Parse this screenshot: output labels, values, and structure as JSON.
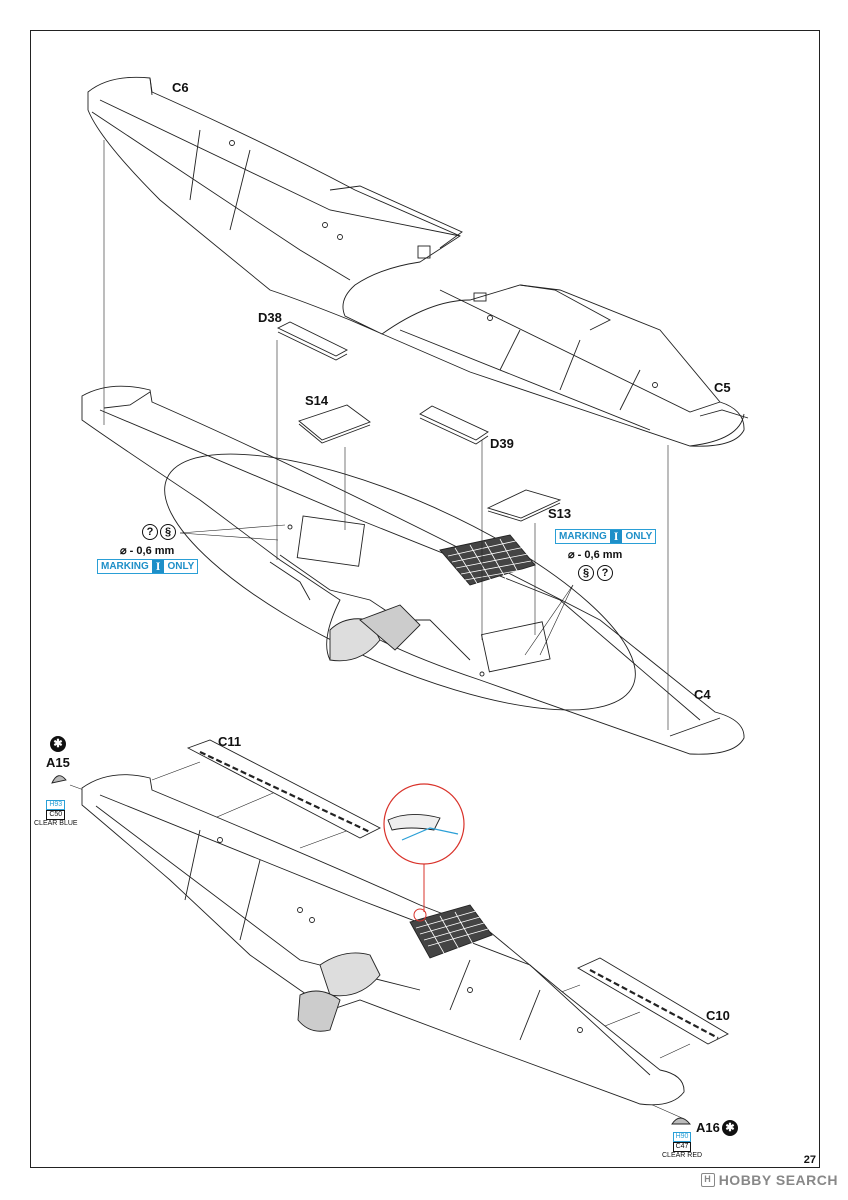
{
  "parts": {
    "c6": "C6",
    "c5": "C5",
    "d38": "D38",
    "s14": "S14",
    "d39": "D39",
    "s13": "S13",
    "c4": "C4",
    "c11": "C11",
    "a15": "A15",
    "c10": "C10",
    "a16": "A16"
  },
  "drill_note_left": "⌀ - 0,6 mm",
  "drill_note_right": "⌀ - 0,6 mm",
  "marking_banner": {
    "prefix": "MARKING",
    "roman": "I",
    "suffix": "ONLY"
  },
  "symbols": {
    "question": "?",
    "drill": "§",
    "star": "✱"
  },
  "color_a15": {
    "hataka": "H93",
    "code": "C50",
    "name": "CLEAR BLUE"
  },
  "color_a16": {
    "hataka": "H90",
    "code": "C47",
    "name": "CLEAR RED"
  },
  "page_number": "27",
  "watermark": "HOBBY SEARCH",
  "colors": {
    "line": "#222222",
    "accent_blue": "#1e8fc8",
    "detail_red": "#d9332b"
  }
}
